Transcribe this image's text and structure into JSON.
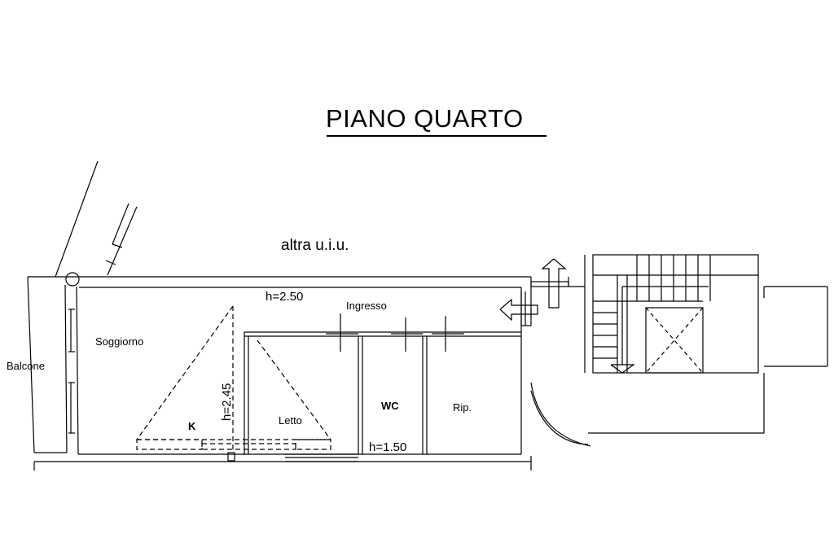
{
  "title": "PIANO QUARTO",
  "adjacent_unit": "altra u.i.u.",
  "rooms": {
    "balcone": "Balcone",
    "soggiorno": "Soggiorno",
    "k": "K",
    "letto": "Letto",
    "ingresso": "Ingresso",
    "wc": "WC",
    "ripostiglio": "Rip."
  },
  "heights": {
    "main": "h=2.50",
    "sloped": "h=2.45",
    "wc": "h=1.50"
  }
}
